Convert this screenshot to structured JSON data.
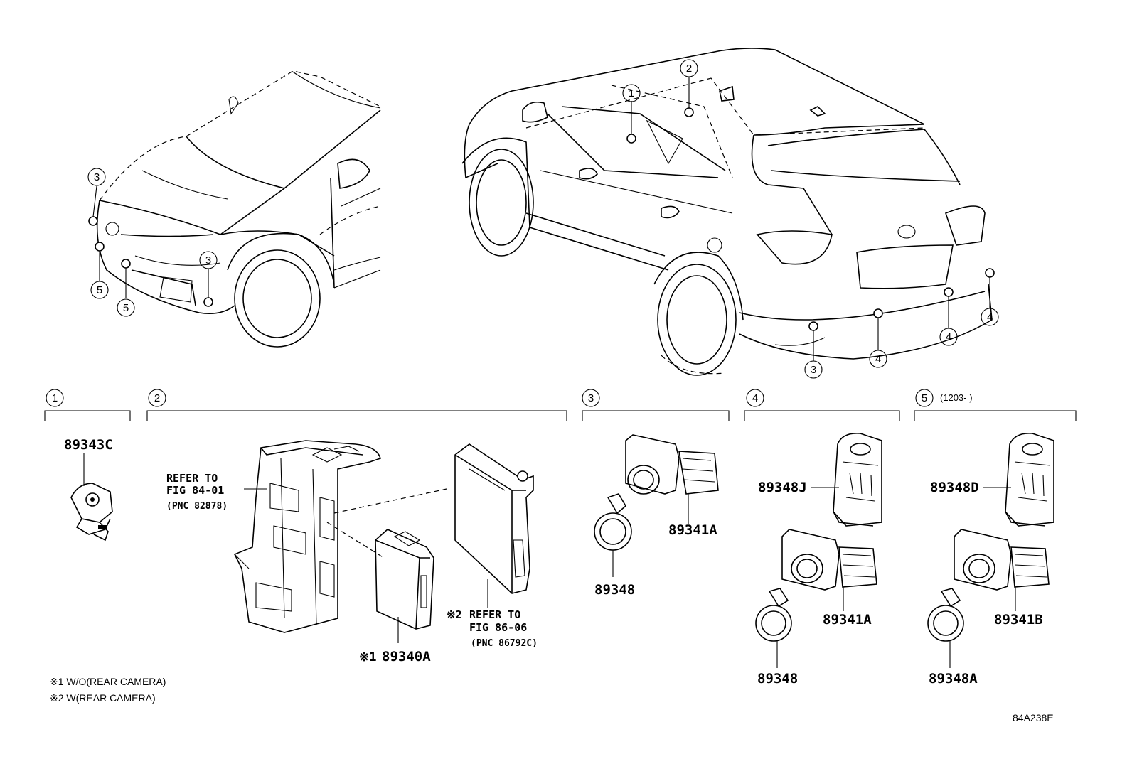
{
  "callouts": [
    "1",
    "2",
    "3",
    "4",
    "5"
  ],
  "sections": [
    {
      "num": "1",
      "extra": ""
    },
    {
      "num": "2",
      "extra": ""
    },
    {
      "num": "3",
      "extra": ""
    },
    {
      "num": "4",
      "extra": ""
    },
    {
      "num": "5",
      "extra": "(1203-      )"
    }
  ],
  "parts": {
    "p89343C": "89343C",
    "p89340A": "89340A",
    "p89341A_s3": "89341A",
    "p89348_s3": "89348",
    "p89348J": "89348J",
    "p89341A_s4": "89341A",
    "p89348_s4": "89348",
    "p89348D": "89348D",
    "p89341B": "89341B",
    "p89348A": "89348A"
  },
  "refs": {
    "ref1_line1": "REFER TO",
    "ref1_line2": "FIG 84-01",
    "ref1_line3": "(PNC 82878)",
    "ref2_mark": "※2",
    "ref2_line1": "REFER TO",
    "ref2_line2": "FIG 86-06",
    "ref2_line3": "(PNC 86792C)",
    "mark1": "※1"
  },
  "notes": {
    "note1": "※1 W/O(REAR CAMERA)",
    "note2": "※2 W(REAR CAMERA)"
  },
  "figure_id": "84A238E"
}
